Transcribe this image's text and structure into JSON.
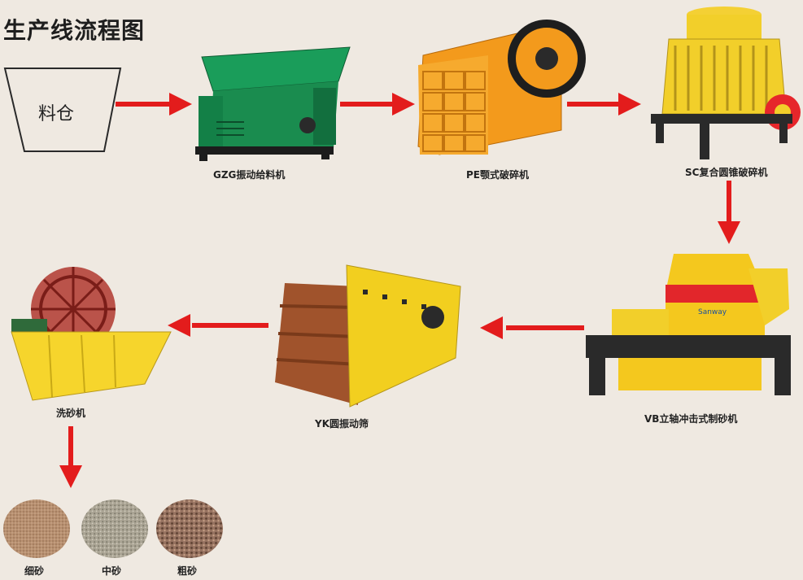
{
  "title": "生产线流程图",
  "hopper": {
    "label": "料仓"
  },
  "machines": [
    {
      "id": "feeder",
      "label": "GZG振动给料机",
      "color": "#1a9d5a"
    },
    {
      "id": "jaw",
      "label": "PE颚式破碎机",
      "color": "#f39a1c"
    },
    {
      "id": "cone",
      "label": "SC复合圆锥破碎机",
      "color": "#f2cf2a"
    },
    {
      "id": "vsi",
      "label": "VB立轴冲击式制砂机",
      "color": "#f4c81e"
    },
    {
      "id": "screen",
      "label": "YK圆振动筛",
      "color": "#f2cf1f"
    },
    {
      "id": "washer",
      "label": "洗砂机",
      "color": "#f6d52c"
    }
  ],
  "products": [
    {
      "label": "细砂",
      "color": "#b89070"
    },
    {
      "label": "中砂",
      "color": "#aaa494"
    },
    {
      "label": "粗砂",
      "color": "#967260"
    }
  ],
  "colors": {
    "arrow": "#e31c1c",
    "background": "#efe9e1"
  }
}
